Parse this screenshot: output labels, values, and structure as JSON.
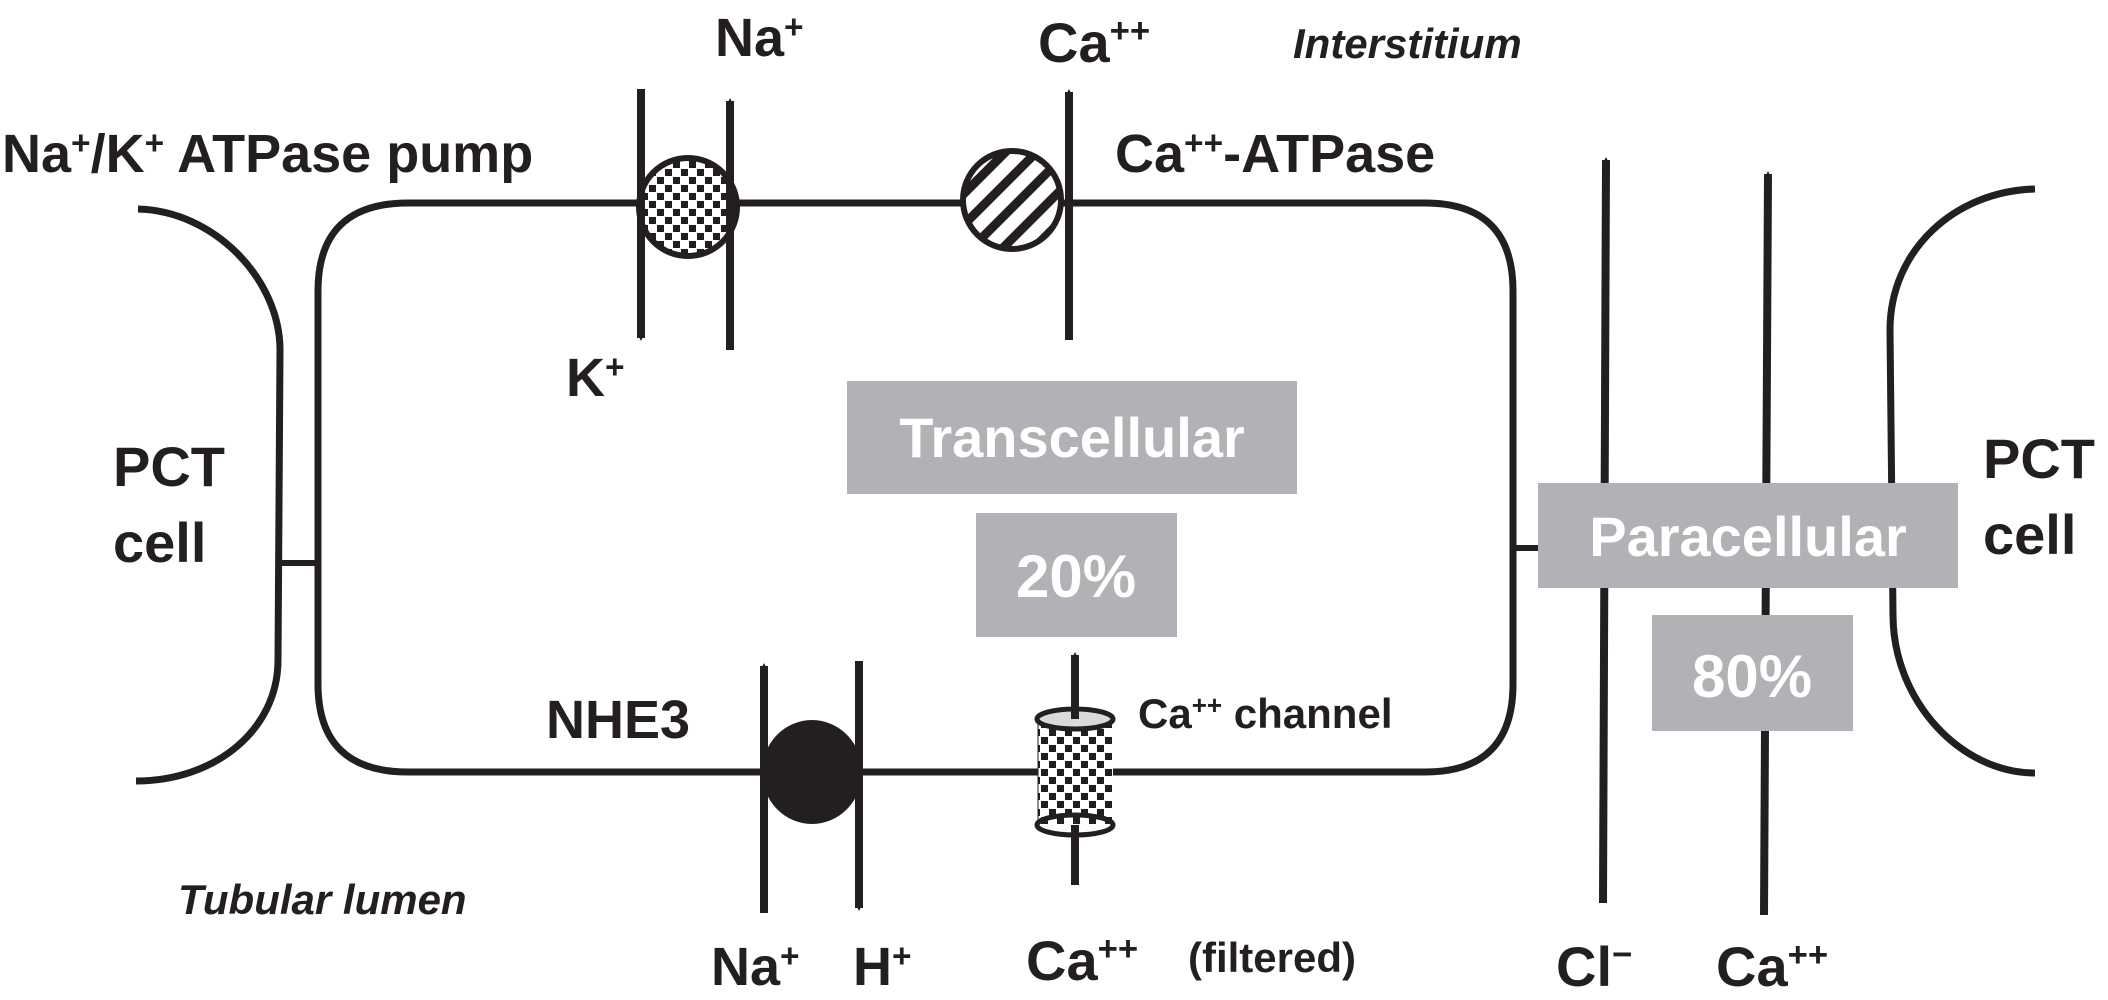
{
  "title": "Calcium reabsorption in the proximal convoluted tubule",
  "regions": {
    "interstitium": "Interstitium",
    "lumen": "Tubular lumen"
  },
  "cells": {
    "left": {
      "line1": "PCT",
      "line2": "cell"
    },
    "right": {
      "line1": "PCT",
      "line2": "cell"
    }
  },
  "transporters": {
    "na_k_pump": {
      "label_main": "Na",
      "label_sup1": "+",
      "label_mid": "/K",
      "label_sup2": "+",
      "label_rest": " ATPase pump",
      "out_ion": {
        "base": "Na",
        "sup": "+"
      },
      "in_ion": {
        "base": "K",
        "sup": "+"
      }
    },
    "ca_atpase": {
      "label_base": "Ca",
      "label_sup": "++",
      "label_rest": "-ATPase",
      "out_ion": {
        "base": "Ca",
        "sup": "++"
      }
    },
    "nhe3": {
      "label": "NHE3",
      "in_ion": {
        "base": "Na",
        "sup": "+"
      },
      "out_ion": {
        "base": "H",
        "sup": "+"
      }
    },
    "ca_channel": {
      "label_base": "Ca",
      "label_sup": "++",
      "label_rest": " channel",
      "in_ion": {
        "base": "Ca",
        "sup": "++"
      },
      "note": "(filtered)"
    }
  },
  "pathways": {
    "transcellular": {
      "label": "Transcellular",
      "percent": "20%",
      "fraction": 0.2
    },
    "paracellular": {
      "label": "Paracellular",
      "percent": "80%",
      "fraction": 0.8,
      "ions": [
        {
          "base": "Cl",
          "sup": "−"
        },
        {
          "base": "Ca",
          "sup": "++"
        }
      ]
    }
  },
  "colors": {
    "line": "#231f20",
    "box": "#b1b2b5",
    "box_text": "#ffffff",
    "channel_cap": "#d9dadb"
  }
}
